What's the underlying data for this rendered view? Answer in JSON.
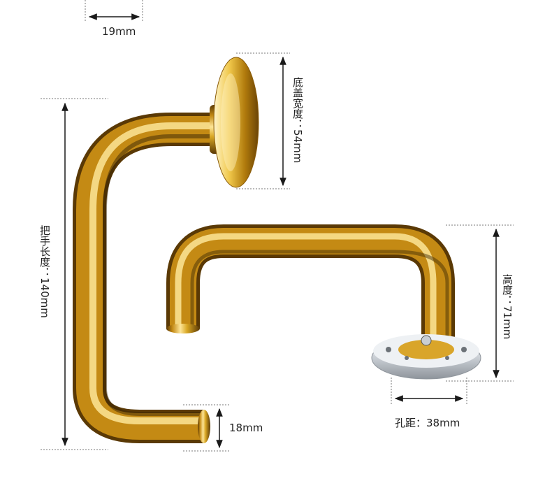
{
  "dimensions": {
    "top_width": "19mm",
    "base_cover_width": "底盖宽度：54mm",
    "handle_length": "把手长度：140mm",
    "end_height": "18mm",
    "height": "高度：71mm",
    "hole_distance": "孔距：38mm"
  },
  "colors": {
    "gold_light": "#fbe08a",
    "gold_mid": "#d8a623",
    "gold_dark": "#6b4406",
    "chrome": "#d9dde2",
    "line": "#1a1a1a"
  }
}
